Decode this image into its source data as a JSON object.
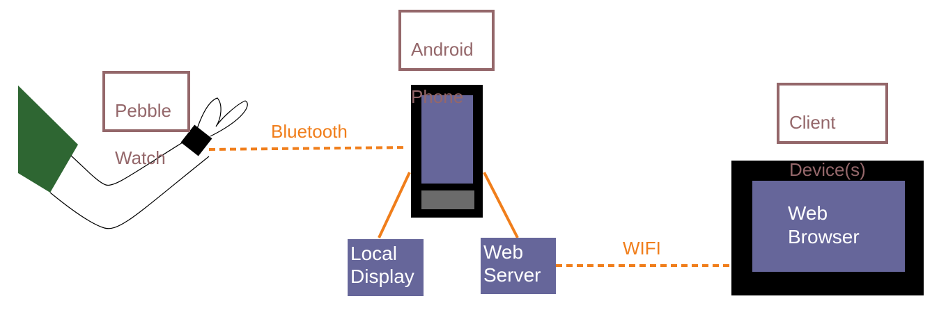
{
  "labels": {
    "pebble_watch": [
      "Pebble",
      "Watch"
    ],
    "android_phone": [
      "Android",
      "Phone"
    ],
    "client_devices": [
      "Client",
      "Device(s)"
    ]
  },
  "links": {
    "bluetooth": "Bluetooth",
    "wifi": "WIFI"
  },
  "nodes": {
    "local_display": [
      "Local",
      "Display"
    ],
    "web_server": [
      "Web",
      "Server"
    ],
    "web_browser": [
      "Web",
      "Browser"
    ]
  },
  "colors": {
    "label_border": "#94676a",
    "link_orange": "#f07e1b",
    "node_fill": "#66669a",
    "device_black": "#000000",
    "hand_green": "#2e6632",
    "phone_button": "#6b6b6b"
  }
}
